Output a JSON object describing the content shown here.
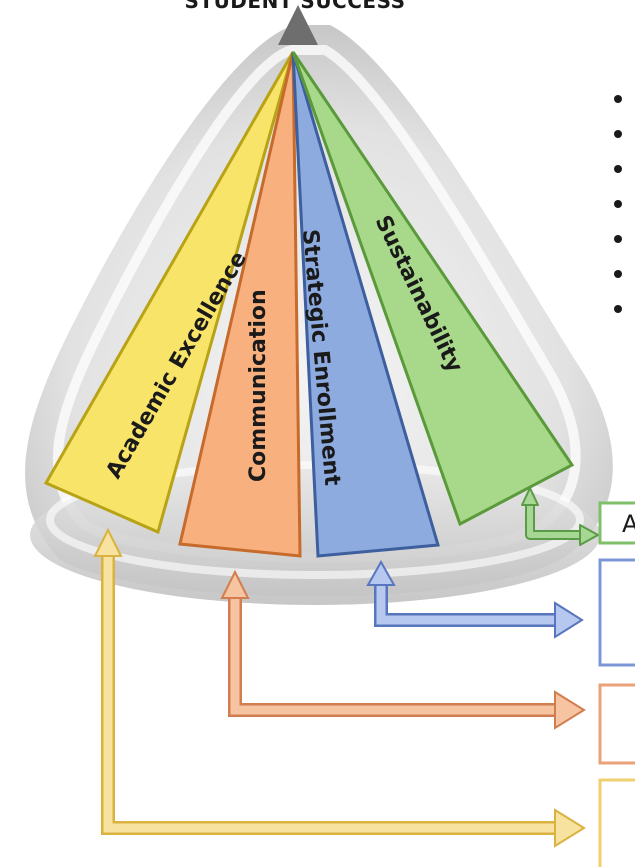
{
  "diagram": {
    "title": "STUDENT SUCCESS",
    "pillars": [
      {
        "label": "Academic Excellence",
        "color": "#f9e46a",
        "stroke": "#b8a317"
      },
      {
        "label": "Communication",
        "color": "#f8b07e",
        "stroke": "#c76b2c"
      },
      {
        "label": "Strategic Enrollment",
        "color": "#8eabe0",
        "stroke": "#3e5f9e"
      },
      {
        "label": "Sustainability",
        "color": "#a8d98a",
        "stroke": "#5a9a3b"
      }
    ],
    "bullet_count": 7,
    "right_box_fragment": "A",
    "arrow_colors": {
      "green": "#7fbf6a",
      "blue": "#7d97d6",
      "orange": "#e9a27a",
      "yellow": "#efcf6e"
    }
  }
}
